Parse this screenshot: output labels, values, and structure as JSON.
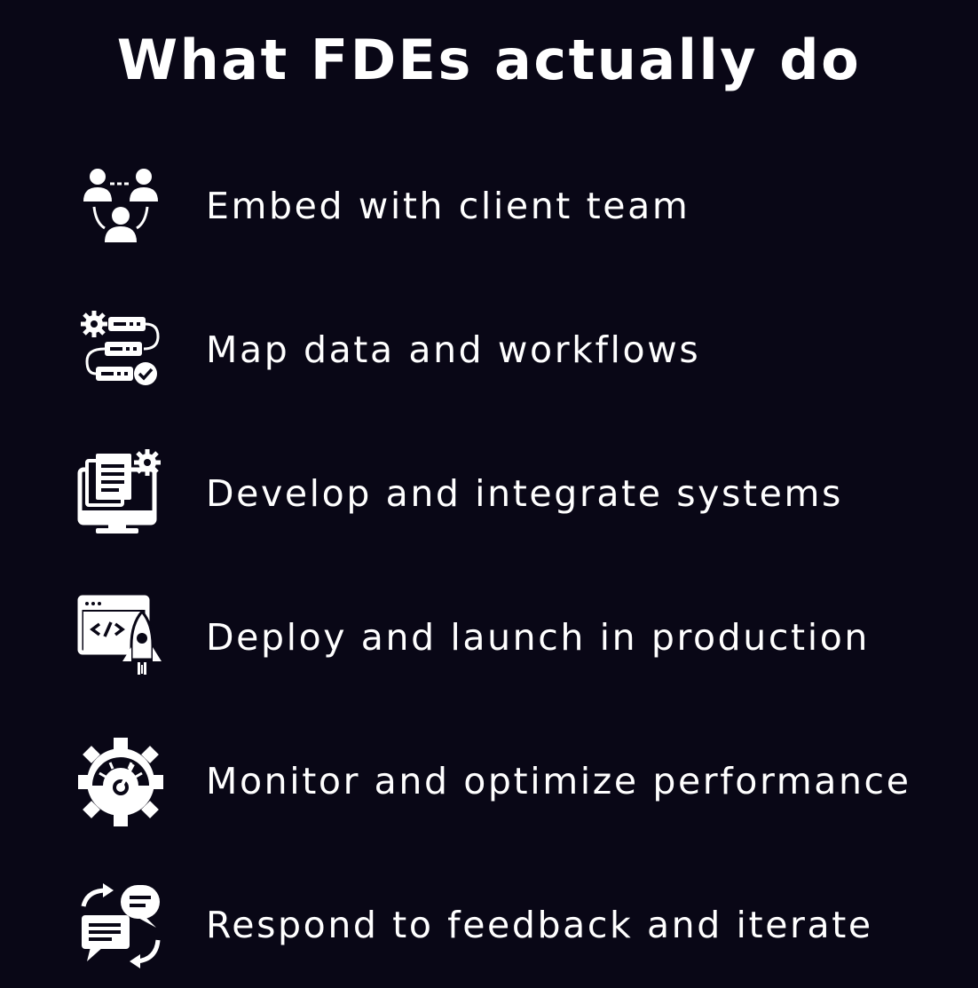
{
  "title": "What FDEs actually do",
  "items": [
    {
      "label": "Embed with client team",
      "icon": "team-icon"
    },
    {
      "label": "Map data and workflows",
      "icon": "workflow-icon"
    },
    {
      "label": "Develop and integrate systems",
      "icon": "computer-gear-icon"
    },
    {
      "label": "Deploy and launch in production",
      "icon": "rocket-launch-icon"
    },
    {
      "label": "Monitor and optimize performance",
      "icon": "performance-gauge-icon"
    },
    {
      "label": "Respond to feedback and iterate",
      "icon": "feedback-chat-icon"
    }
  ],
  "colors": {
    "background": "#090716",
    "foreground": "#ffffff"
  }
}
